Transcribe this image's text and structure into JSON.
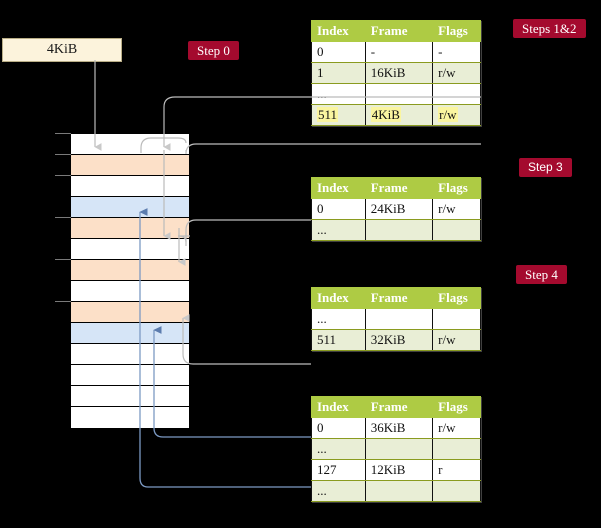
{
  "diagram": {
    "title_hidden": "",
    "source_box": {
      "label": "4KiB"
    },
    "badges": {
      "step0": "Step 0",
      "steps12": "Steps 1&2",
      "step3": "Step 3",
      "step4": "Step 4"
    },
    "colors": {
      "background": "#000000",
      "badge": "#A40A2E",
      "table_header": "#AECB44",
      "table_alt_row": "#E9EED6",
      "highlight": "#FAF5A0",
      "mem_peach": "#FCE0C8",
      "mem_blue": "#D6E5F7",
      "src_box": "#FCF3DC",
      "wire_gray": "#BBBBBB",
      "wire_blue": "#7C9AC4"
    },
    "memory_column": {
      "rows": [
        {
          "fill": "white"
        },
        {
          "fill": "peach"
        },
        {
          "fill": "white"
        },
        {
          "fill": "blue"
        },
        {
          "fill": "peach"
        },
        {
          "fill": "white"
        },
        {
          "fill": "peach"
        },
        {
          "fill": "white"
        },
        {
          "fill": "peach"
        },
        {
          "fill": "blue"
        },
        {
          "fill": "white"
        },
        {
          "fill": "white"
        },
        {
          "fill": "white"
        },
        {
          "fill": "white"
        }
      ]
    },
    "tables": [
      {
        "id": "l4",
        "columns": [
          "Index",
          "Frame",
          "Flags"
        ],
        "rows": [
          {
            "cells": [
              "0",
              "-",
              "-"
            ],
            "alt": false,
            "highlight": false
          },
          {
            "cells": [
              "1",
              "16KiB",
              "r/w"
            ],
            "alt": true,
            "highlight": false
          },
          {
            "cells": [
              "...",
              "",
              ""
            ],
            "alt": false,
            "highlight": false
          },
          {
            "cells": [
              "511",
              "4KiB",
              "r/w"
            ],
            "alt": true,
            "highlight": true
          }
        ]
      },
      {
        "id": "l3",
        "columns": [
          "Index",
          "Frame",
          "Flags"
        ],
        "rows": [
          {
            "cells": [
              "0",
              "24KiB",
              "r/w"
            ],
            "alt": false,
            "highlight": false
          },
          {
            "cells": [
              "...",
              "",
              ""
            ],
            "alt": true,
            "highlight": false
          }
        ]
      },
      {
        "id": "l2",
        "columns": [
          "Index",
          "Frame",
          "Flags"
        ],
        "rows": [
          {
            "cells": [
              "...",
              "",
              ""
            ],
            "alt": false,
            "highlight": false
          },
          {
            "cells": [
              "511",
              "32KiB",
              "r/w"
            ],
            "alt": true,
            "highlight": false
          }
        ]
      },
      {
        "id": "l1",
        "columns": [
          "Index",
          "Frame",
          "Flags"
        ],
        "rows": [
          {
            "cells": [
              "0",
              "36KiB",
              "r/w"
            ],
            "alt": false,
            "highlight": false
          },
          {
            "cells": [
              "...",
              "",
              ""
            ],
            "alt": true,
            "highlight": false
          },
          {
            "cells": [
              "127",
              "12KiB",
              "r"
            ],
            "alt": false,
            "highlight": false
          },
          {
            "cells": [
              "...",
              "",
              ""
            ],
            "alt": true,
            "highlight": false
          }
        ]
      }
    ]
  }
}
